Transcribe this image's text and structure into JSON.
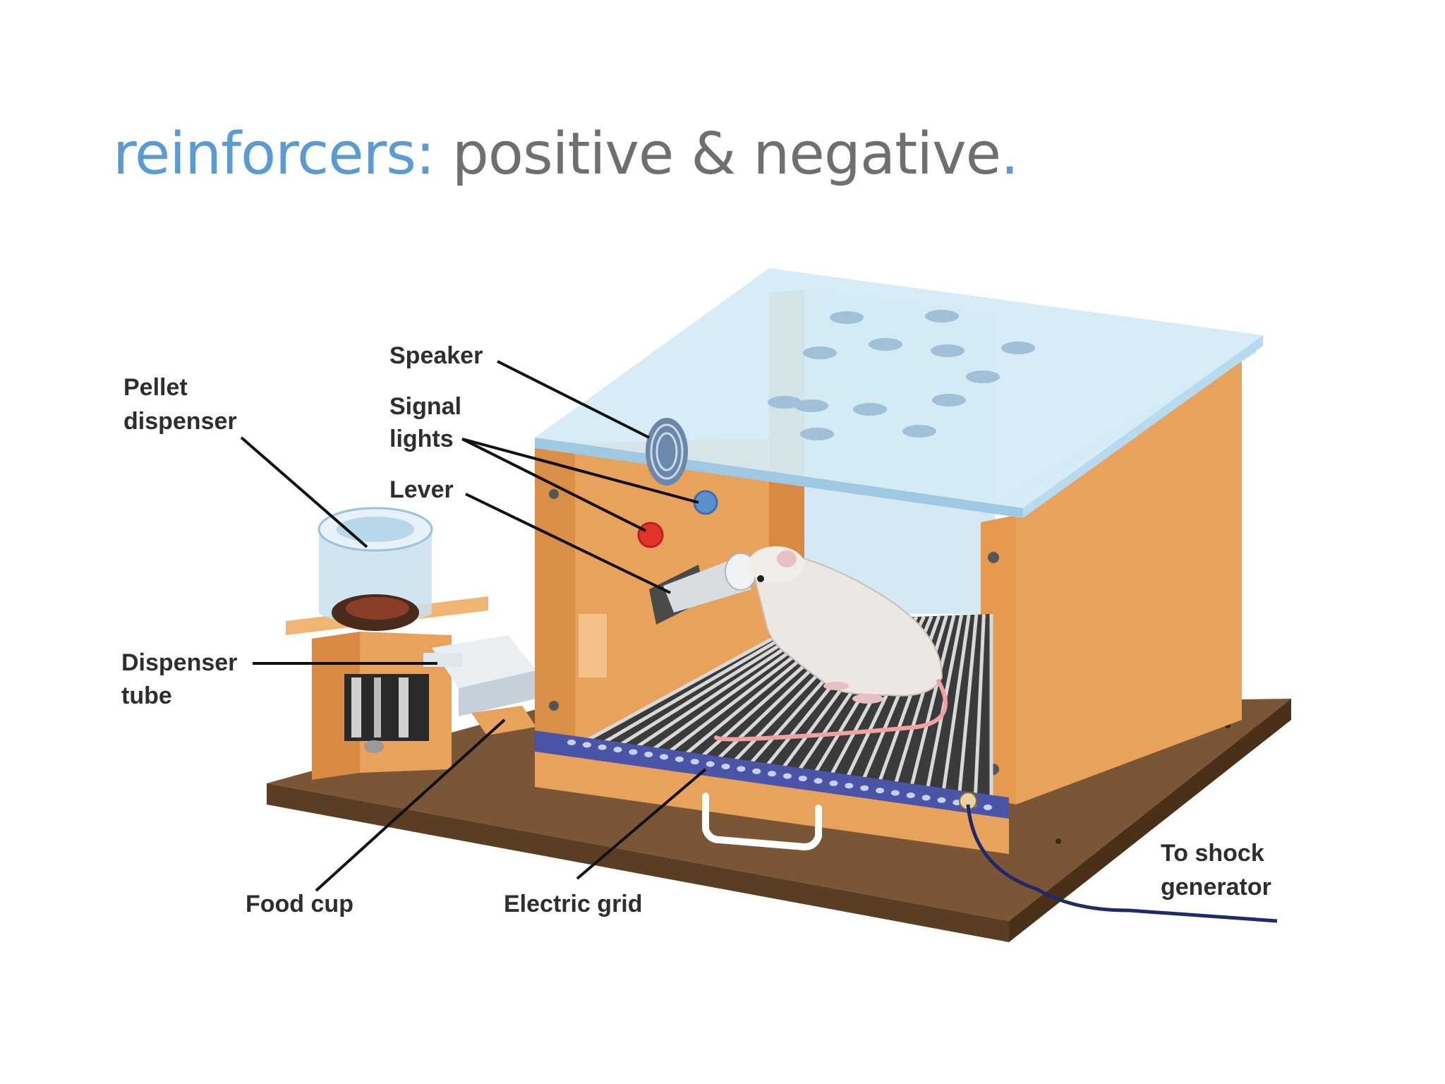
{
  "slide": {
    "title_accent": "reinforcers:",
    "title_main": " positive & negative",
    "title_period": "."
  },
  "labels": {
    "pellet_dispenser": [
      "Pellet",
      "dispenser"
    ],
    "speaker": "Speaker",
    "signal_lights": [
      "Signal",
      "lights"
    ],
    "lever": "Lever",
    "dispenser_tube": [
      "Dispenser",
      "tube"
    ],
    "food_cup": "Food cup",
    "electric_grid": "Electric grid",
    "to_shock_generator": [
      "To shock",
      "generator"
    ]
  },
  "colors": {
    "title_accent": "#5b9bd5",
    "title_text": "#6f6f6f",
    "box_wood": "#e8a25c",
    "base_wood": "#7a5636",
    "glass_top": "#cfe6f4",
    "grid_strip": "#4a55a8",
    "wire": "#1f2a6b"
  }
}
